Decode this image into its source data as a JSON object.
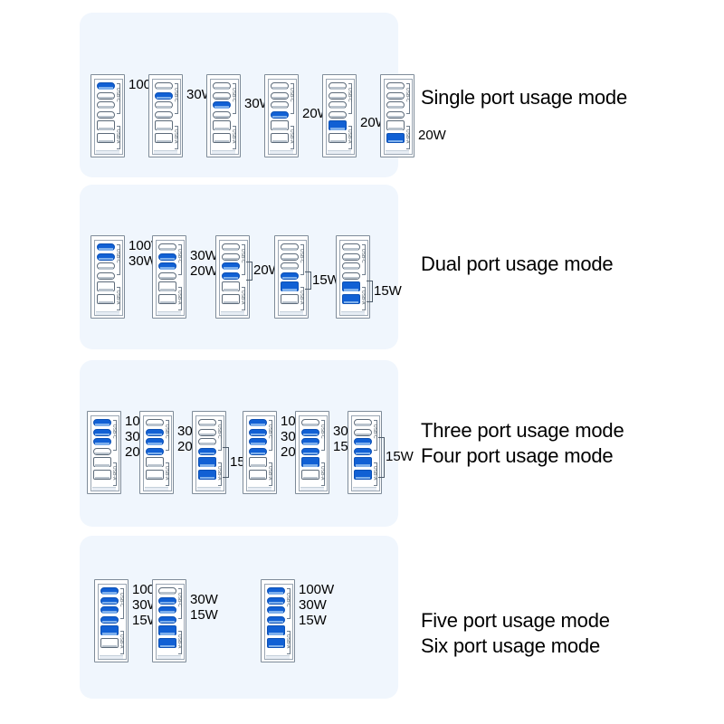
{
  "page": {
    "background_color": "#ffffff",
    "panel_color": "#f0f6fd",
    "active_port_color": "#1160d4",
    "inactive_port_color": "#ffffff",
    "port_outline_color": "#5d6b7a",
    "text_color": "#000000"
  },
  "device": {
    "total_ports": 6,
    "usbc_ports": 4,
    "usba_ports": 2,
    "port_types": [
      "usb-c",
      "usb-c",
      "usb-c",
      "usb-c",
      "usb-a",
      "usb-a"
    ]
  },
  "rows": [
    {
      "id": "row-1",
      "caption_lines": [
        "Single port usage mode"
      ],
      "devices": [
        {
          "active": [
            0
          ],
          "watts": [
            "100W"
          ]
        },
        {
          "active": [
            1
          ],
          "watts": [
            "30W"
          ]
        },
        {
          "active": [
            2
          ],
          "watts": [
            "30W"
          ]
        },
        {
          "active": [
            3
          ],
          "watts": [
            "20W"
          ]
        },
        {
          "active": [
            4
          ],
          "watts": [
            "20W"
          ]
        },
        {
          "active": [
            5
          ],
          "watts": [
            "20W"
          ]
        }
      ]
    },
    {
      "id": "row-2",
      "caption_lines": [
        "Dual port usage mode"
      ],
      "devices": [
        {
          "active": [
            0,
            1
          ],
          "watts": [
            "100W",
            "30W"
          ]
        },
        {
          "active": [
            1,
            2
          ],
          "watts": [
            "30W",
            "20W"
          ]
        },
        {
          "active": [
            2,
            3
          ],
          "watts": [
            "20W"
          ]
        },
        {
          "active": [
            3,
            4
          ],
          "watts": [
            "15W"
          ]
        },
        {
          "active": [
            4,
            5
          ],
          "watts": [
            "15W"
          ]
        }
      ]
    },
    {
      "id": "row-3",
      "caption_lines": [
        "Three port usage mode",
        "Four port usage mode"
      ],
      "devices": [
        {
          "active": [
            0,
            1,
            2
          ],
          "watts": [
            "100W",
            "30W",
            "20W"
          ]
        },
        {
          "active": [
            1,
            2,
            3
          ],
          "watts": [
            "30W",
            "20W"
          ]
        },
        {
          "active": [
            3,
            4,
            5
          ],
          "watts": [
            "15W"
          ]
        },
        {
          "active": [
            0,
            1,
            2,
            3
          ],
          "watts": [
            "100W",
            "30W",
            "20W"
          ]
        },
        {
          "active": [
            1,
            2,
            3,
            4
          ],
          "watts": [
            "30W",
            "15W"
          ]
        },
        {
          "active": [
            2,
            3,
            4,
            5
          ],
          "watts": [
            "15W"
          ]
        }
      ]
    },
    {
      "id": "row-4",
      "caption_lines": [
        "Five port usage mode",
        "Six port usage mode"
      ],
      "devices": [
        {
          "active": [
            0,
            1,
            2,
            3,
            4
          ],
          "watts": [
            "100W",
            "30W",
            "15W"
          ]
        },
        {
          "active": [
            1,
            2,
            3,
            4,
            5
          ],
          "watts": [
            "30W",
            "15W"
          ]
        },
        {
          "active": [
            0,
            1,
            2,
            3,
            4,
            5
          ],
          "watts": [
            "100W",
            "30W",
            "15W"
          ]
        }
      ]
    }
  ],
  "labels": {
    "watt_100": "100W",
    "watt_30": "30W",
    "watt_20": "20W",
    "watt_15": "15W"
  }
}
